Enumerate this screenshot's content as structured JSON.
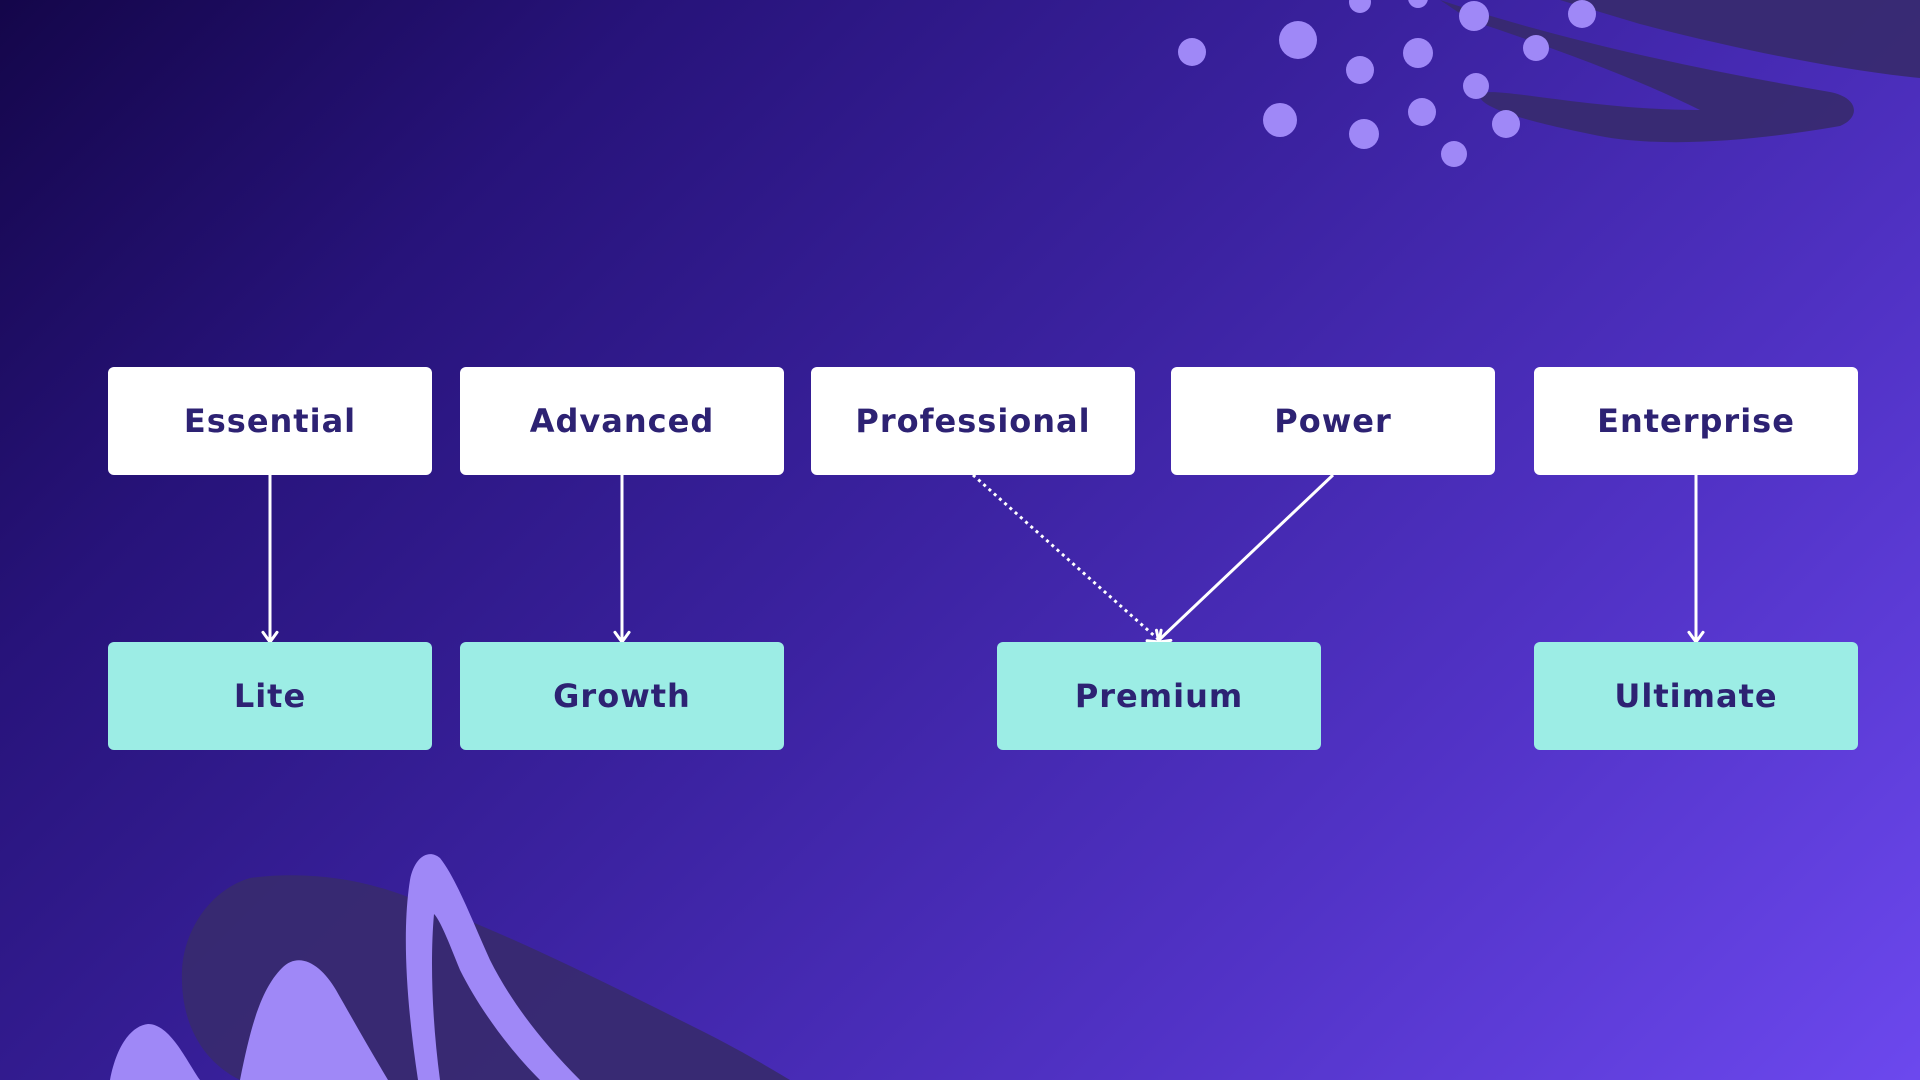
{
  "colors": {
    "top_box_fill": "#ffffff",
    "bottom_box_fill": "#9cede5",
    "label_text": "#2d2273",
    "connector": "#ffffff",
    "decor_light": "#9f88f7",
    "decor_dark": "#382a70"
  },
  "diagram": {
    "top_tiers": [
      {
        "id": "essential",
        "label": "Essential"
      },
      {
        "id": "advanced",
        "label": "Advanced"
      },
      {
        "id": "professional",
        "label": "Professional"
      },
      {
        "id": "power",
        "label": "Power"
      },
      {
        "id": "enterprise",
        "label": "Enterprise"
      }
    ],
    "bottom_tiers": [
      {
        "id": "lite",
        "label": "Lite"
      },
      {
        "id": "growth",
        "label": "Growth"
      },
      {
        "id": "premium",
        "label": "Premium"
      },
      {
        "id": "ultimate",
        "label": "Ultimate"
      }
    ],
    "connections": [
      {
        "from": "essential",
        "to": "lite",
        "style": "solid"
      },
      {
        "from": "advanced",
        "to": "growth",
        "style": "solid"
      },
      {
        "from": "professional",
        "to": "premium",
        "style": "dotted"
      },
      {
        "from": "power",
        "to": "premium",
        "style": "solid"
      },
      {
        "from": "enterprise",
        "to": "ultimate",
        "style": "solid"
      }
    ]
  }
}
